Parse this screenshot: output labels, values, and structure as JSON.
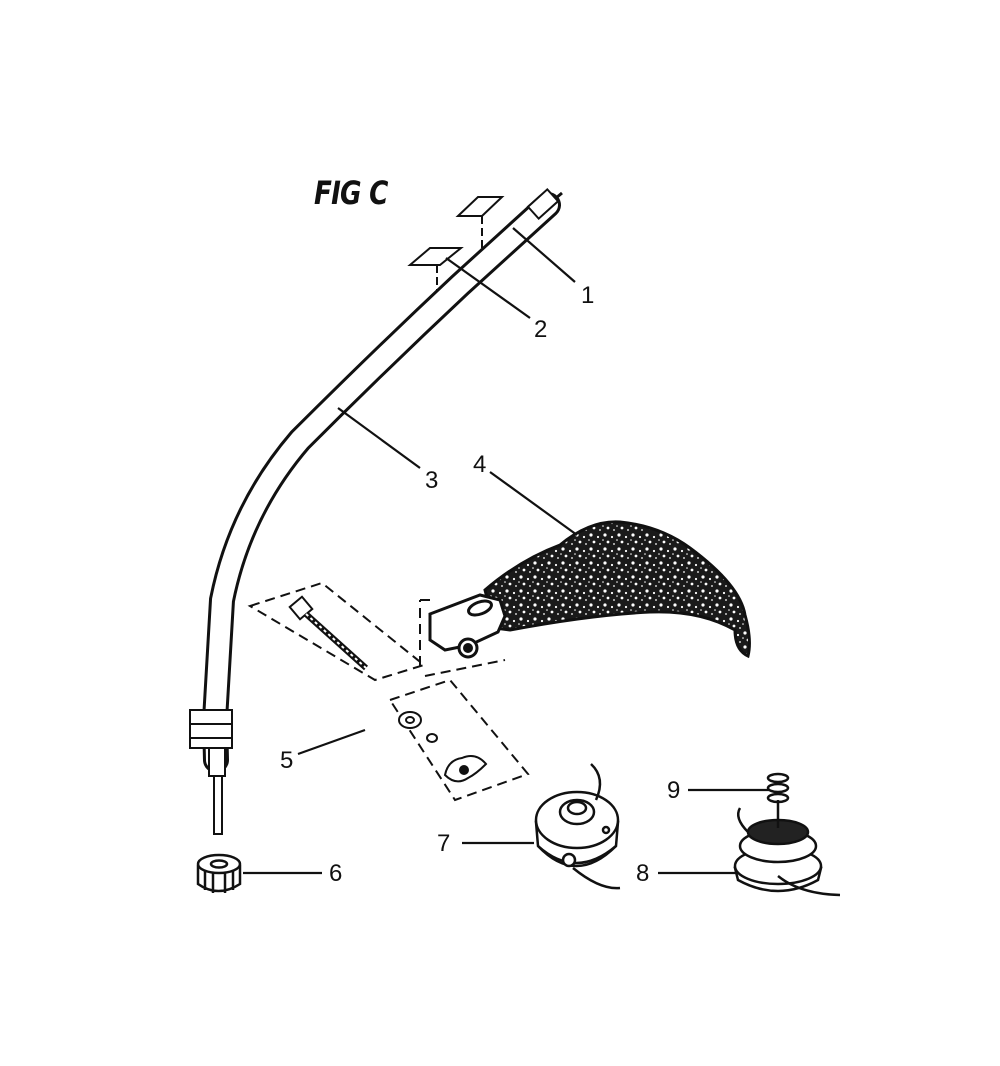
{
  "figure": {
    "title": "FIG C"
  },
  "callouts": [
    {
      "id": "1",
      "label": "1"
    },
    {
      "id": "2",
      "label": "2"
    },
    {
      "id": "3",
      "label": "3"
    },
    {
      "id": "4",
      "label": "4"
    },
    {
      "id": "5",
      "label": "5"
    },
    {
      "id": "6",
      "label": "6"
    },
    {
      "id": "7",
      "label": "7"
    },
    {
      "id": "8",
      "label": "8"
    },
    {
      "id": "9",
      "label": "9"
    }
  ],
  "colors": {
    "ink": "#111111",
    "paper": "#ffffff"
  }
}
